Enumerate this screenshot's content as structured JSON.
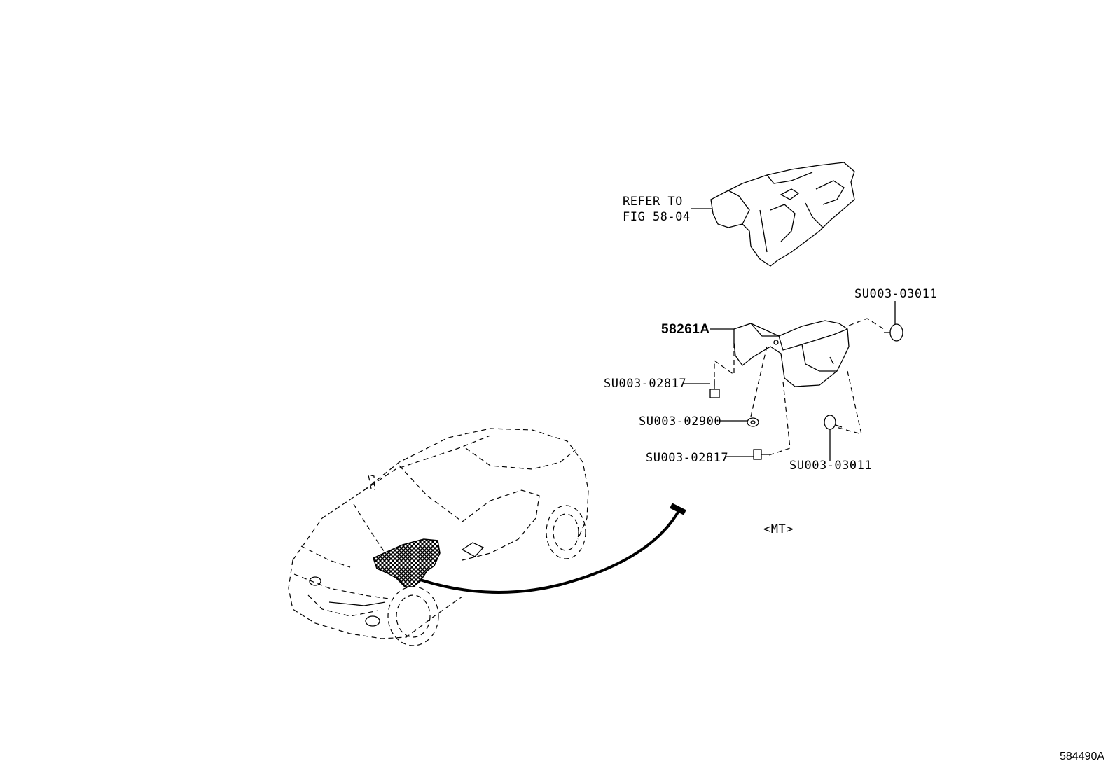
{
  "labels": {
    "refer_line1": "REFER TO",
    "refer_line2": "FIG 58-04",
    "part_main": "58261A",
    "clip_top_right": "SU003-03011",
    "bolt_upper": "SU003-02817",
    "nut": "SU003-02900",
    "bolt_lower": "SU003-02817",
    "clip_bottom_right": "SU003-03011",
    "variant": "<MT>",
    "illustration_id": "584490A"
  }
}
